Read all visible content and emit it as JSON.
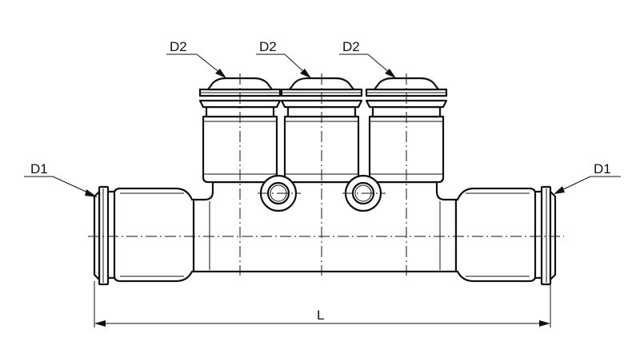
{
  "labels": {
    "d1_left": "D1",
    "d1_right": "D1",
    "d2_1": "D2",
    "d2_2": "D2",
    "d2_3": "D2",
    "length": "L"
  }
}
